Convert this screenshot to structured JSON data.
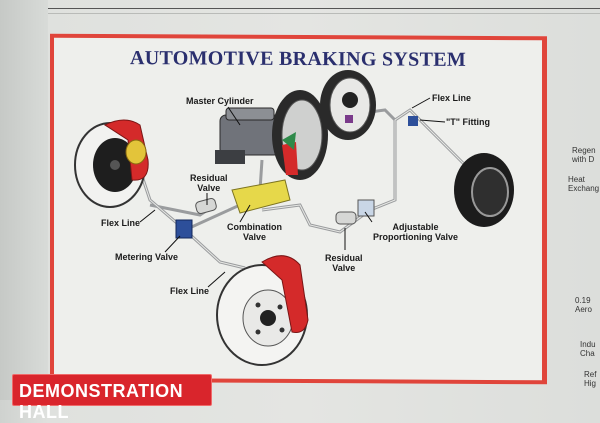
{
  "poster": {
    "title": "AUTOMOTIVE BRAKING SYSTEM",
    "border_color": "#e0453b",
    "title_color": "#2a2f6e"
  },
  "labels": {
    "master_cylinder": "Master Cylinder",
    "flex_line_top_right": "Flex Line",
    "t_fitting": "\"T\" Fitting",
    "residual_valve_left_1": "Residual",
    "residual_valve_left_2": "Valve",
    "flex_line_left": "Flex Line",
    "combination_valve_1": "Combination",
    "combination_valve_2": "Valve",
    "metering_valve": "Metering Valve",
    "flex_line_bottom": "Flex Line",
    "adjustable_1": "Adjustable",
    "adjustable_2": "Proportioning Valve",
    "residual_valve_right_1": "Residual",
    "residual_valve_right_2": "Valve"
  },
  "side_panel": [
    {
      "line1": "Regen",
      "line2": "with D"
    },
    {
      "line1": "Heat",
      "line2": "Exchang"
    },
    {
      "line1": "0.19",
      "line2": "Aero"
    },
    {
      "line1": "Indu",
      "line2": "Cha"
    },
    {
      "line1": "Ref",
      "line2": "Hig"
    }
  ],
  "banner": {
    "text": "DEMONSTRATION HALL",
    "color": "#d9252c"
  },
  "component_colors": {
    "caliper": "#d42a2a",
    "combination_valve": "#e6d84a",
    "metering_valve": "#2d4f9a",
    "master_cylinder": "#6b6e72",
    "tire": "#2a2a2a"
  }
}
